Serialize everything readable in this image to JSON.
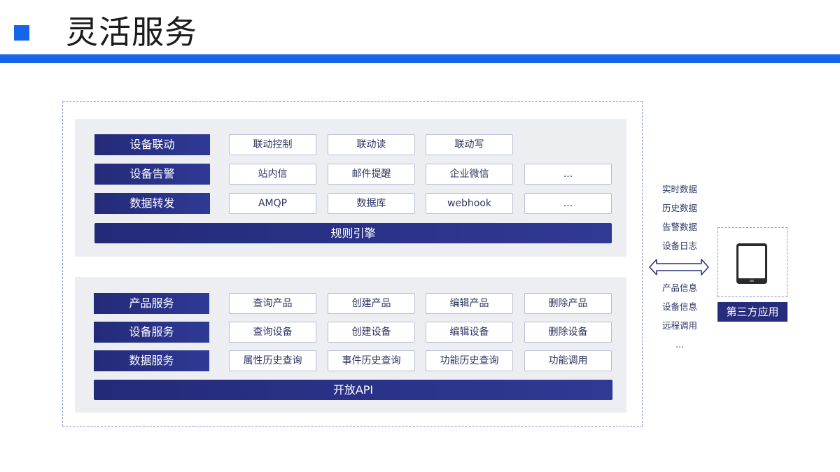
{
  "header": {
    "title": "灵活服务"
  },
  "top_section": {
    "rows": [
      {
        "category": "设备联动",
        "items": [
          "联动控制",
          "联动读",
          "联动写"
        ]
      },
      {
        "category": "设备告警",
        "items": [
          "站内信",
          "邮件提醒",
          "企业微信",
          "..."
        ]
      },
      {
        "category": "数据转发",
        "items": [
          "AMQP",
          "数据库",
          "webhook",
          "..."
        ]
      }
    ],
    "footer": "规则引擎"
  },
  "bottom_section": {
    "rows": [
      {
        "category": "产品服务",
        "items": [
          "查询产品",
          "创建产品",
          "编辑产品",
          "删除产品"
        ]
      },
      {
        "category": "设备服务",
        "items": [
          "查询设备",
          "创建设备",
          "编辑设备",
          "删除设备"
        ]
      },
      {
        "category": "数据服务",
        "items": [
          "属性历史查询",
          "事件历史查询",
          "功能历史查询",
          "功能调用"
        ]
      }
    ],
    "footer": "开放API"
  },
  "side": {
    "upper": [
      "实时数据",
      "历史数据",
      "告警数据",
      "设备日志"
    ],
    "lower": [
      "产品信息",
      "设备信息",
      "远程调用",
      "..."
    ]
  },
  "third_party": {
    "label": "第三方应用"
  },
  "colors": {
    "accent_blue": "#1565e8",
    "navy": "#262d7d",
    "panel_gray": "#eceef2",
    "dash": "#8c95c7"
  }
}
